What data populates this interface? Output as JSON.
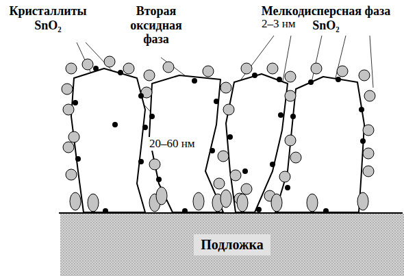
{
  "diagram": {
    "nodes": [
      {
        "text": [
          "Подложка"
        ]
      }
    ],
    "labels": [
      "Кристаллиты SnO₂",
      "Вторая оксидная фаза",
      "Мелкодисперсная фаза SnO₂",
      "2–3 нм",
      "20–60 нм"
    ]
  }
}
